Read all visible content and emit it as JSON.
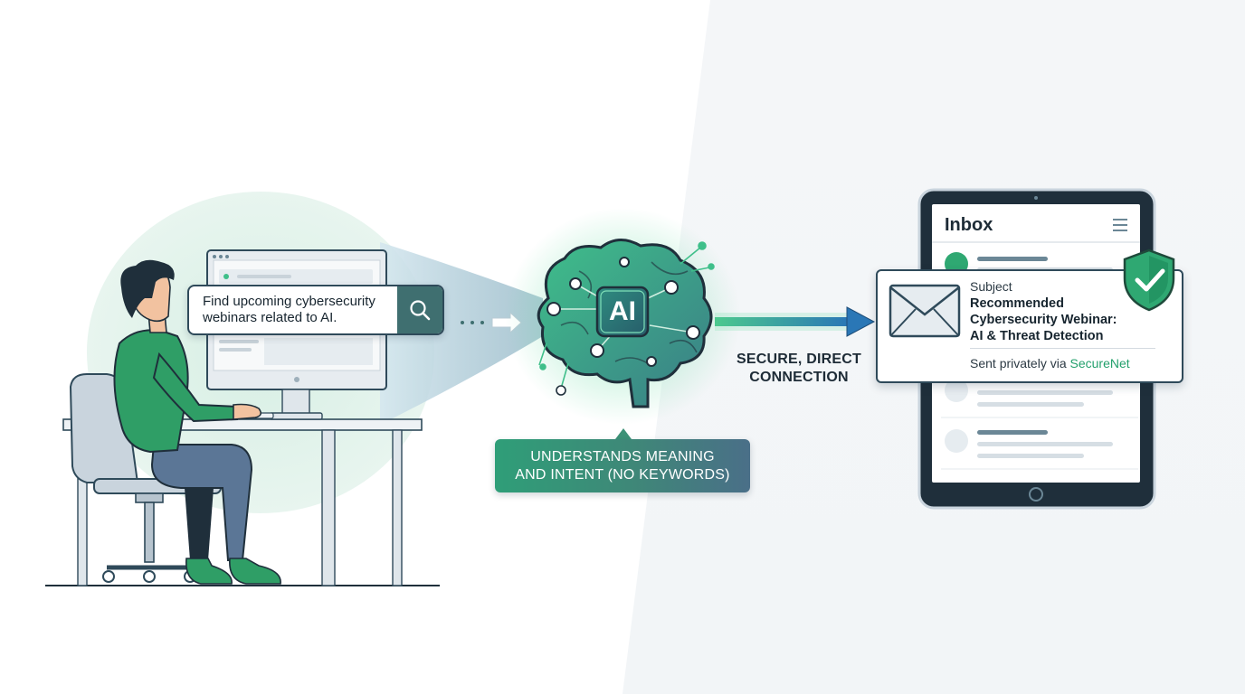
{
  "query": {
    "text": "Find upcoming cybersecurity\nwebinars related to AI.",
    "icon": "search-icon"
  },
  "ai": {
    "chip_label": "AI",
    "caption": "UNDERSTANDS MEANING\nAND INTENT (NO KEYWORDS)"
  },
  "connection": {
    "label": "SECURE, DIRECT\nCONNECTION"
  },
  "inbox": {
    "title": "Inbox",
    "menu_icon": "hamburger-icon"
  },
  "email": {
    "subject_label": "Subject",
    "subject": "Recommended\nCybersecurity Webinar:\nAI & Threat Detection",
    "sent_prefix": "Sent privately via ",
    "sent_brand": "SecureNet",
    "icon": "envelope-icon",
    "badge_icon": "shield-check-icon"
  },
  "colors": {
    "green": "#23a06c",
    "teal": "#3f6f70",
    "navy": "#1f2f3b",
    "blue_arrow": "#2e7fb8"
  }
}
